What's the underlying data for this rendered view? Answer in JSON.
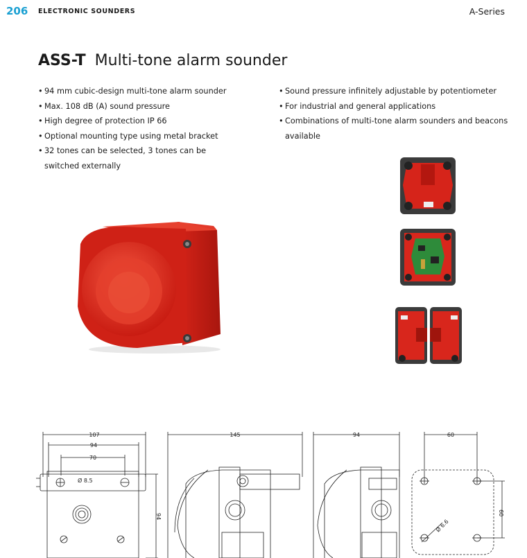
{
  "header": {
    "page_number": "206",
    "section": "ELECTRONIC SOUNDERS",
    "series": "A-Series"
  },
  "product": {
    "code": "ASS-T",
    "name": "Multi-tone alarm sounder"
  },
  "features_left": [
    "94 mm cubic-design multi-tone alarm sounder",
    "Max. 108 dB (A) sound pressure",
    "High degree of protection IP 66",
    "Optional mounting type using metal bracket",
    "32 tones can be selected, 3 tones can be switched externally"
  ],
  "features_right": [
    "Sound pressure infinitely adjustable by potentiometer",
    "For industrial and general applications",
    "Combinations of multi-tone alarm sounders and beacons available"
  ],
  "drawings": {
    "front": {
      "w107": "107",
      "w94": "94",
      "w70": "70",
      "hole": "Ø 8.5",
      "h94": "94"
    },
    "side": {
      "w145": "145"
    },
    "side2": {
      "w94": "94"
    },
    "mount": {
      "w60": "60",
      "h60": "60",
      "hole": "Ø 6.6"
    }
  },
  "colors": {
    "accent": "#1aa0d2",
    "product_red": "#d8261c",
    "board_green": "#2e8b3a"
  }
}
